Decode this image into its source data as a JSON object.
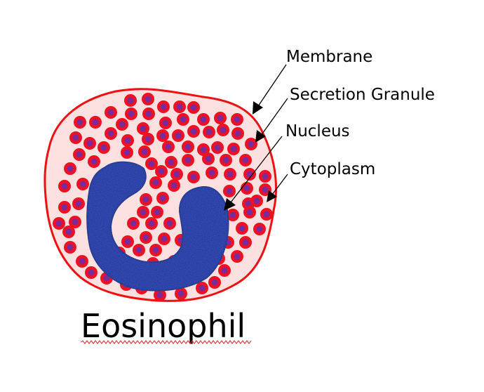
{
  "diagram": {
    "title": "Eosinophil",
    "labels": {
      "membrane": "Membrane",
      "granule": "Secretion Granule",
      "nucleus": "Nucleus",
      "cytoplasm": "Cytoplasm"
    }
  },
  "colors": {
    "membrane": "#ee1111",
    "cytoplasm": "#fde0e0",
    "granule_outer": "#ee1122",
    "granule_inner": "#7a2a9a",
    "nucleus": "#1a2ea0",
    "nucleus_edge": "#0d1a70",
    "arrow": "#000000",
    "spellcheck": "#e02020"
  }
}
